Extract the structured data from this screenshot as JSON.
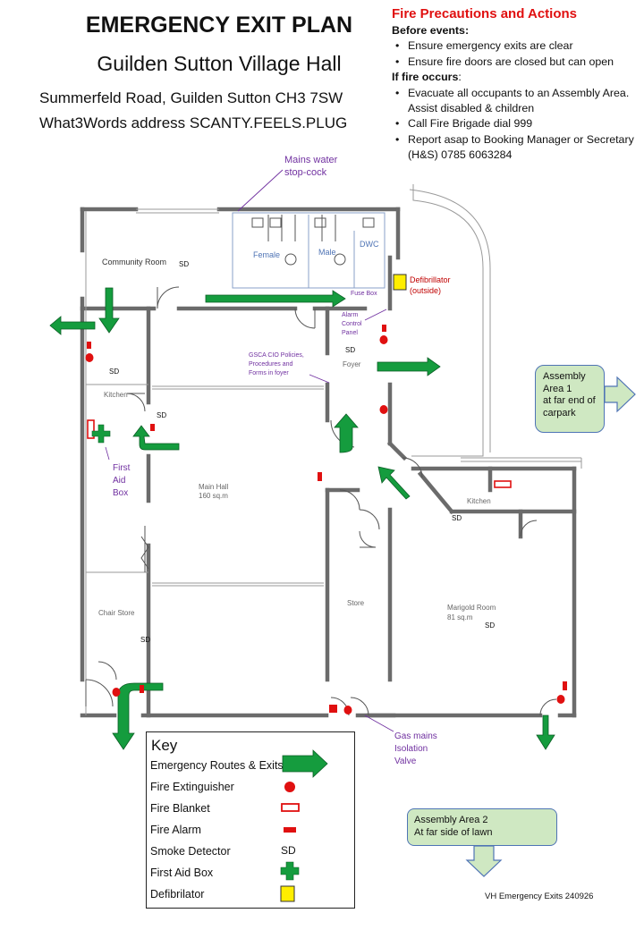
{
  "header": {
    "title": "EMERGENCY EXIT PLAN",
    "venue": "Guilden Sutton Village Hall",
    "address": "Summerfeld Road, Guilden Sutton  CH3 7SW",
    "what3words": "What3Words address  SCANTY.FEELS.PLUG"
  },
  "precautions": {
    "heading": "Fire Precautions and Actions",
    "before_heading": "Before events:",
    "before_items": [
      "Ensure emergency exits are clear",
      "Ensure fire doors are closed but can open"
    ],
    "fire_heading": "If fire  occurs",
    "fire_heading_suffix": ":",
    "fire_items": [
      "Evacuate all occupants to an Assembly Area.",
      "Assist disabled & children",
      "Call Fire Brigade dial 999",
      "Report asap to Booking Manager or Secretary",
      "(H&S) 0785 6063284"
    ]
  },
  "plan": {
    "rooms": {
      "community_room": "Community Room",
      "female": "Female",
      "male": "Male",
      "dwc": "DWC",
      "foyer": "Foyer",
      "kitchen_left": "Kitchen",
      "main_hall": "Main Hall",
      "main_hall_area": "160 sq.m",
      "chair_store": "Chair Store",
      "store": "Store",
      "kitchen_right": "Kitchen",
      "marigold_room": "Marigold Room",
      "marigold_area": "81 sq.m"
    },
    "callouts": {
      "mains_water_1": "Mains water",
      "mains_water_2": "stop-cock",
      "defib_1": "Defibrillator",
      "defib_2": "(outside)",
      "fuse_box": "Fuse Box",
      "alarm_1": "Alarm",
      "alarm_2": "Control",
      "alarm_3": "Panel",
      "policies_1": "GSCA CIO Policies,",
      "policies_2": "Procedures and",
      "policies_3": "Forms in foyer",
      "first_aid_1": "First",
      "first_aid_2": "Aid",
      "first_aid_3": "Box",
      "gas_1": "Gas mains",
      "gas_2": "Isolation",
      "gas_3": "Valve"
    },
    "smoke_detector_label": "SD"
  },
  "assembly": {
    "area1": [
      "Assembly",
      "Area 1",
      "at far end of",
      "carpark"
    ],
    "area2": [
      "Assembly Area 2",
      "At far side of lawn"
    ]
  },
  "key": {
    "title": "Key",
    "items": [
      "Emergency Routes & Exits",
      "Fire Extinguisher",
      "Fire Blanket",
      "Fire Alarm",
      "Smoke Detector",
      "First Aid Box",
      "Defibrilator"
    ],
    "smoke_symbol": "SD"
  },
  "footer": "VH Emergency Exits 240926",
  "colors": {
    "route_green": "#159c3e",
    "alert_red": "#e01010",
    "callout_purple": "#7030a0",
    "defib_yellow": "#ffee00",
    "assembly_fill": "#cfe8c2",
    "assembly_border": "#4f74b5",
    "wall_grey": "#6b6b6b"
  }
}
